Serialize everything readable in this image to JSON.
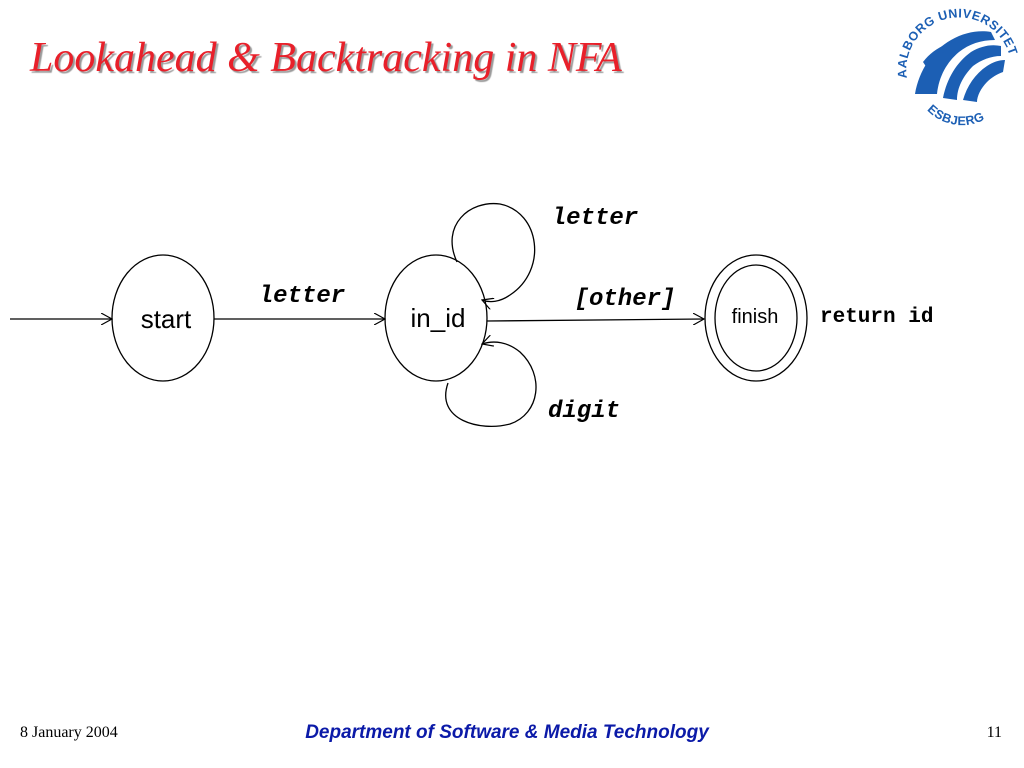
{
  "slide": {
    "title": "Lookahead & Backtracking in NFA",
    "logo": {
      "top_text": "AALBORG UNIVERSITET",
      "bottom_text": "ESBJERG",
      "color": "#1c5fb4"
    },
    "footer": {
      "date": "8 January 2004",
      "department": "Department of Software & Media Technology",
      "page_number": "11"
    }
  },
  "diagram": {
    "states": [
      {
        "id": "start",
        "label": "start",
        "accepting": false
      },
      {
        "id": "in_id",
        "label": "in_id",
        "accepting": false
      },
      {
        "id": "finish",
        "label": "finish",
        "accepting": true
      }
    ],
    "transitions": [
      {
        "from": "start",
        "to": "in_id",
        "label": "letter"
      },
      {
        "from": "in_id",
        "to": "in_id",
        "label": "letter"
      },
      {
        "from": "in_id",
        "to": "in_id",
        "label": "digit"
      },
      {
        "from": "in_id",
        "to": "finish",
        "label": "[other]"
      }
    ],
    "action": "return id"
  }
}
